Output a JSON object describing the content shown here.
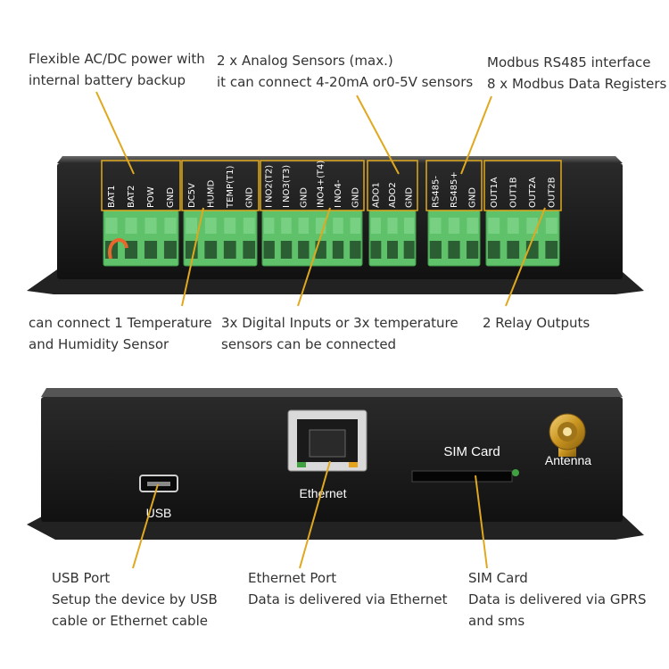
{
  "top_device": {
    "callouts": {
      "power": [
        "Flexible AC/DC power with",
        "internal battery backup"
      ],
      "analog": [
        "2 x Analog Sensors (max.)",
        "it can connect 4-20mA or0-5V sensors"
      ],
      "modbus": [
        "Modbus RS485 interface",
        "8 x Modbus Data Registers"
      ],
      "temp_humidity": [
        "can connect 1 Temperature",
        "and Humidity Sensor"
      ],
      "digital": [
        "3x Digital Inputs or 3x temperature",
        "sensors can be connected"
      ],
      "relay": [
        "2 Relay Outputs"
      ]
    },
    "port_groups": [
      [
        "BAT1",
        "BAT2",
        "POW",
        "GND"
      ],
      [
        "DC5V",
        "HUMD",
        "TEMP(T1)",
        "GND"
      ],
      [
        "I NO2(T2)",
        "I NO3(T3)",
        "GND",
        "INO4+(T4)",
        "I NO4-",
        "GND"
      ],
      [
        "ADO1",
        "ADO2",
        "GND"
      ],
      [
        "RS485-",
        "RS485+",
        "GND"
      ],
      [
        "OUT1A",
        "OUT1B",
        "OUT2A",
        "OUT2B"
      ]
    ]
  },
  "bottom_device": {
    "labels": {
      "usb": "USB",
      "ethernet": "Ethernet",
      "sim": "SIM Card",
      "antenna": "Antenna"
    },
    "callouts": {
      "usb": [
        "USB Port",
        "Setup the device by USB",
        "cable or Ethernet cable"
      ],
      "ethernet": [
        "Ethernet Port",
        "Data is delivered via Ethernet"
      ],
      "sim": [
        "SIM Card",
        "Data is delivered via GPRS",
        "and sms"
      ]
    }
  },
  "colors": {
    "callout_line": "#e0a81e",
    "terminal": "#5fc16a",
    "chassis": "#1c1c1c"
  }
}
